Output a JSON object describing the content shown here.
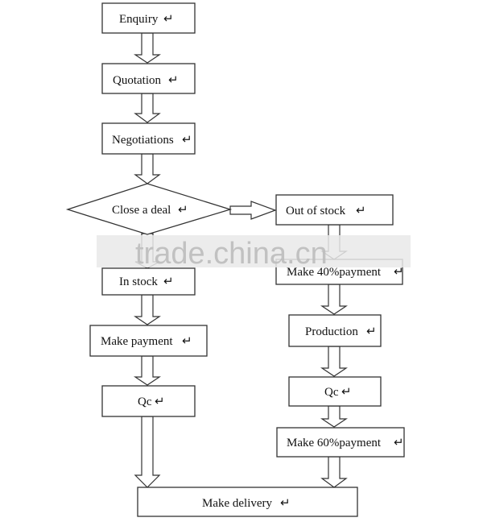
{
  "flowchart": {
    "nodes": {
      "enquiry": "Enquiry",
      "quotation": "Quotation",
      "negotiations": "Negotiations",
      "close_deal": "Close a deal",
      "out_of_stock": "Out of stock",
      "in_stock": "In stock",
      "make_40_payment": "Make 40%payment",
      "make_payment": "Make payment",
      "production": "Production",
      "qc_left": "Qc",
      "qc_right": "Qc",
      "make_60_payment": "Make 60%payment",
      "make_delivery": "Make delivery"
    },
    "edges": [
      [
        "enquiry",
        "quotation"
      ],
      [
        "quotation",
        "negotiations"
      ],
      [
        "negotiations",
        "close_deal"
      ],
      [
        "close_deal",
        "out_of_stock"
      ],
      [
        "close_deal",
        "in_stock"
      ],
      [
        "out_of_stock",
        "make_40_payment"
      ],
      [
        "make_40_payment",
        "production"
      ],
      [
        "production",
        "qc_right"
      ],
      [
        "qc_right",
        "make_60_payment"
      ],
      [
        "make_60_payment",
        "make_delivery"
      ],
      [
        "in_stock",
        "make_payment"
      ],
      [
        "make_payment",
        "qc_left"
      ],
      [
        "qc_left",
        "make_delivery"
      ]
    ],
    "return_mark": "↵"
  },
  "watermark": "trade.china.cn"
}
